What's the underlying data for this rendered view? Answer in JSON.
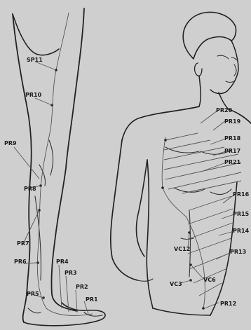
{
  "labels": {
    "sp11": "SP11",
    "pr10": "PR10",
    "pr9": "PR9",
    "pr8": "PR8",
    "pr7": "PR7",
    "pr6": "PR6",
    "pr5": "PR5",
    "pr4": "PR4",
    "pr3": "PR3",
    "pr2": "PR2",
    "pr1": "PR1",
    "pr20": "PR20",
    "pr19": "PR19",
    "pr18": "PR18",
    "pr17": "PR17",
    "pr21": "PR21",
    "pr16": "PR16",
    "pr15": "PR15",
    "pr14": "PR14",
    "pr13": "PR13",
    "pr12": "PR12",
    "vc12": "VC12",
    "vc6": "VC6",
    "vc3": "VC3"
  }
}
